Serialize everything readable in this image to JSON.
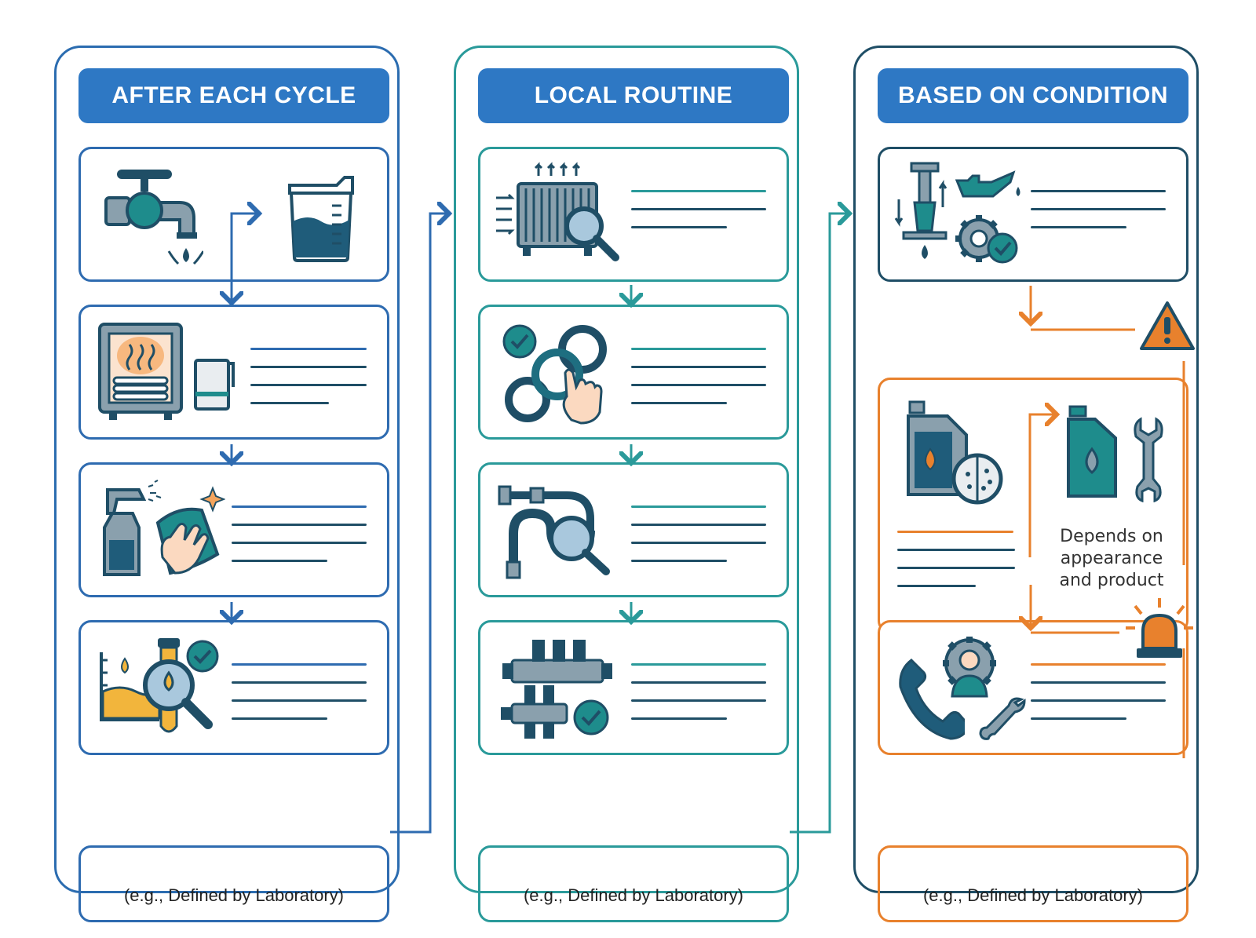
{
  "columns": [
    {
      "title": "AFTER EACH CYCLE",
      "note": "(e.g., Defined by Laboratory)",
      "steps": [
        {
          "icons": [
            "faucet-icon",
            "container-icon"
          ]
        },
        {
          "icons": [
            "drying-cabinet-icon",
            "towel-icon"
          ]
        },
        {
          "icons": [
            "spray-bottle-icon",
            "wiping-hand-icon"
          ]
        },
        {
          "icons": [
            "liquid-sample-icon",
            "magnifier-icon",
            "check-icon"
          ]
        }
      ]
    },
    {
      "title": "LOCAL ROUTINE",
      "note": "(e.g., Defined by Laboratory)",
      "steps": [
        {
          "icons": [
            "radiator-icon",
            "magnifier-icon"
          ]
        },
        {
          "icons": [
            "o-rings-icon",
            "pointing-hand-icon",
            "check-icon"
          ]
        },
        {
          "icons": [
            "hose-icon",
            "magnifier-icon"
          ]
        },
        {
          "icons": [
            "manifold-icon",
            "check-icon"
          ]
        }
      ]
    },
    {
      "title": "BASED ON CONDITION",
      "note": "(e.g., Defined by Laboratory)",
      "depends_text": "Depends on appearance and product",
      "steps": [
        {
          "icons": [
            "pump-icon",
            "oil-can-icon",
            "gear-icon",
            "check-icon"
          ]
        },
        {
          "icons": [
            "oil-jug-icon",
            "contamination-icon",
            "oil-bottle-icon",
            "wrench-icon",
            "warning-icon"
          ]
        },
        {
          "icons": [
            "phone-icon",
            "technician-icon",
            "wrench-icon",
            "alarm-light-icon"
          ]
        }
      ]
    }
  ],
  "colors": {
    "blue": "#2e78c4",
    "teal": "#2a9a9a",
    "navy": "#1f4e66",
    "orange": "#e8812d"
  }
}
